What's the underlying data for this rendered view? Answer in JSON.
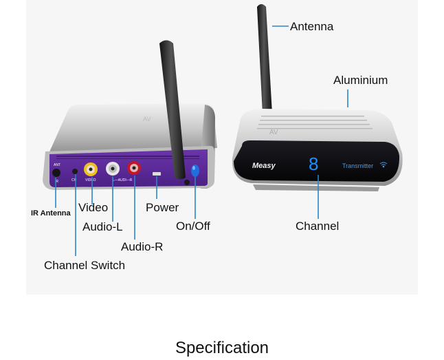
{
  "labels": {
    "antenna": "Antenna",
    "aluminium": "Aluminium",
    "ir_antenna": "IR Antenna",
    "video": "Video",
    "power": "Power",
    "audio_l": "Audio-L",
    "on_off": "On/Off",
    "channel": "Channel",
    "audio_r": "Audio-R",
    "channel_switch": "Channel Switch"
  },
  "caption": "Specification",
  "device_print": {
    "ant": "ANT",
    "ir": "IR",
    "ch": "CH",
    "video": "VIDEO",
    "audio": "L—AUDI—R",
    "brand": "Measy",
    "display_digit": "8",
    "mode": "Transmitter",
    "model": "AV"
  },
  "colors": {
    "faceplate": "#5a2a98",
    "display_blue": "#1e8fff",
    "leader_line": "#2a86c8",
    "video_jack": "#f0c020",
    "audio_l_jack": "#e8e8e8",
    "audio_r_jack": "#c01828",
    "power_button": "#1f6fe0"
  }
}
